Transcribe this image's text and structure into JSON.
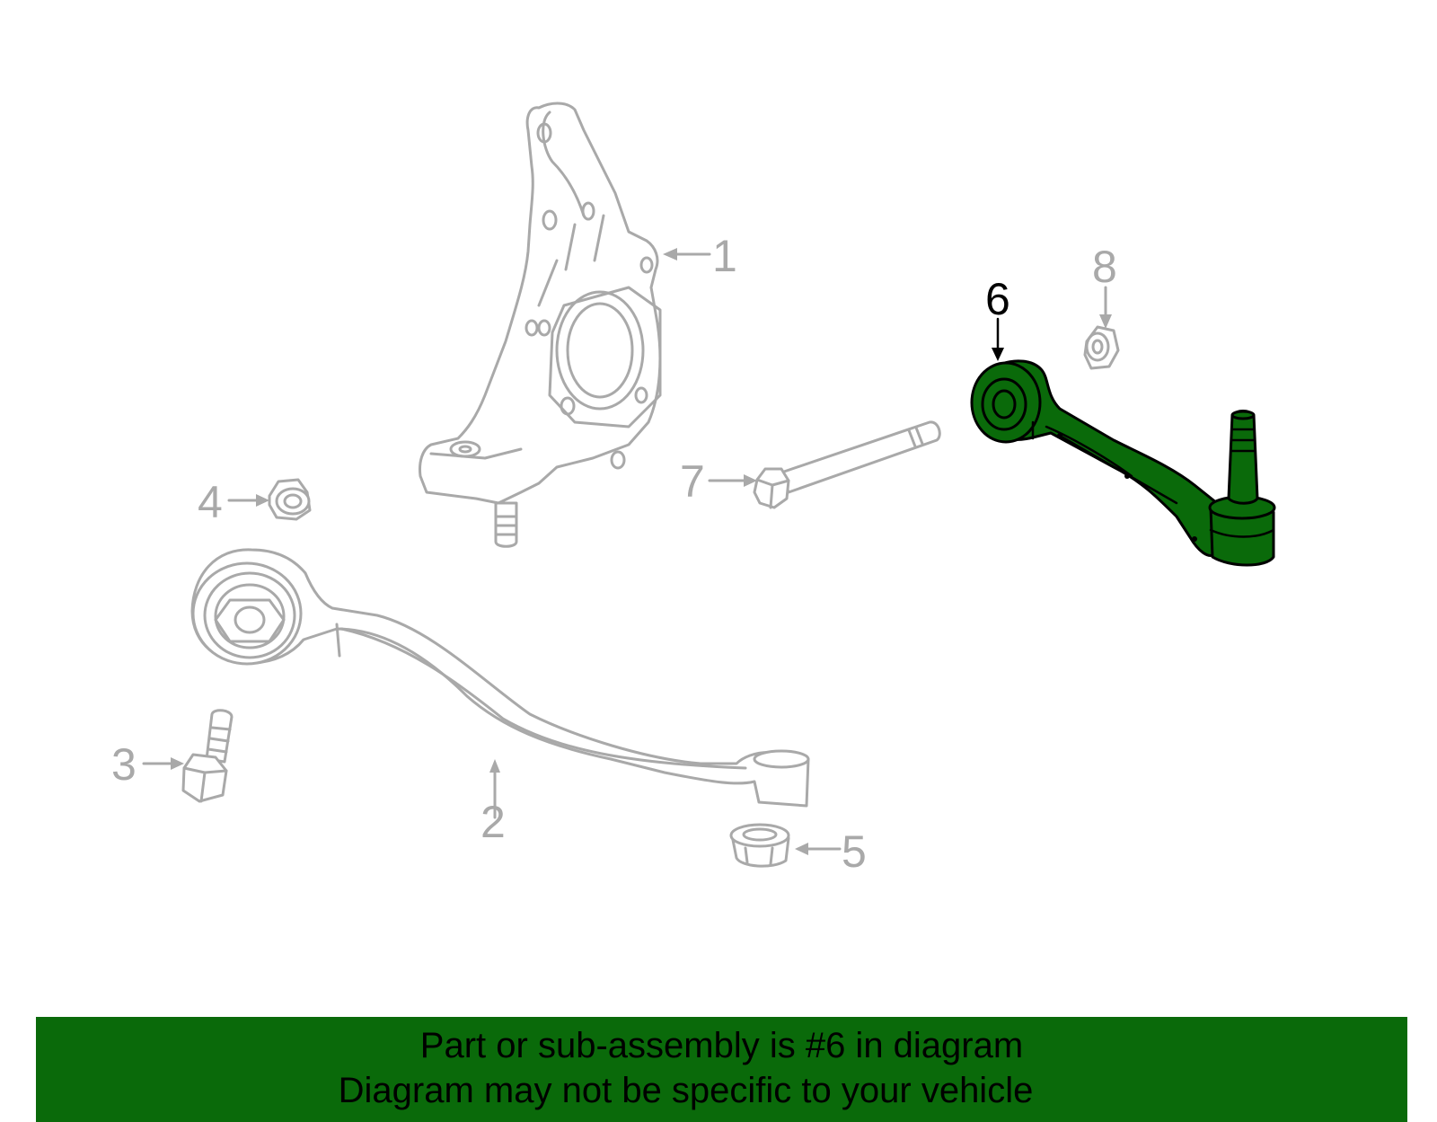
{
  "diagram": {
    "callouts": [
      {
        "id": "1",
        "label": "1"
      },
      {
        "id": "2",
        "label": "2"
      },
      {
        "id": "3",
        "label": "3"
      },
      {
        "id": "4",
        "label": "4"
      },
      {
        "id": "5",
        "label": "5"
      },
      {
        "id": "6",
        "label": "6",
        "highlighted": true
      },
      {
        "id": "7",
        "label": "7"
      },
      {
        "id": "8",
        "label": "8"
      }
    ],
    "colors": {
      "highlight": "#0a6a0a",
      "line_art": "#a9a9a9",
      "active_callout": "#000000"
    }
  },
  "banner": {
    "line1": "Part or sub-assembly is #6 in diagram",
    "line2": "Diagram may not be specific to your vehicle",
    "background": "#0a6a0a"
  }
}
